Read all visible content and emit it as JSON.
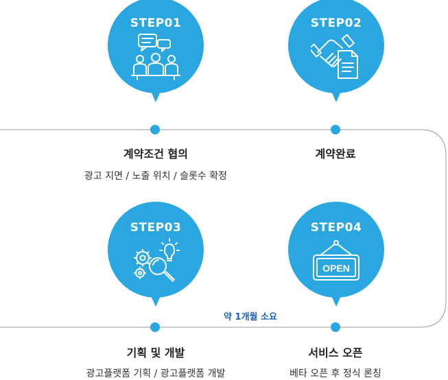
{
  "colors": {
    "accent": "#2aa7e1",
    "duration_text": "#1f62b3",
    "line": "#9a9a9a"
  },
  "steps": [
    {
      "label": "STEP01",
      "icon": "meeting-chat-icon",
      "title": "계약조건 협의",
      "desc": "광고 지면 / 노출 위치 /  슬롯수 확정"
    },
    {
      "label": "STEP02",
      "icon": "handshake-contract-icon",
      "title": "계약완료",
      "desc": ""
    },
    {
      "label": "STEP03",
      "icon": "gears-search-idea-icon",
      "title": "기획 및 개발",
      "desc": "광고플랫폼 기획 / 광고플랫폼 개발"
    },
    {
      "label": "STEP04",
      "icon": "open-sign-icon",
      "title": "서비스 오픈",
      "desc": "베타 오픈 후 정식 론칭"
    }
  ],
  "duration": "약 1개월 소요"
}
